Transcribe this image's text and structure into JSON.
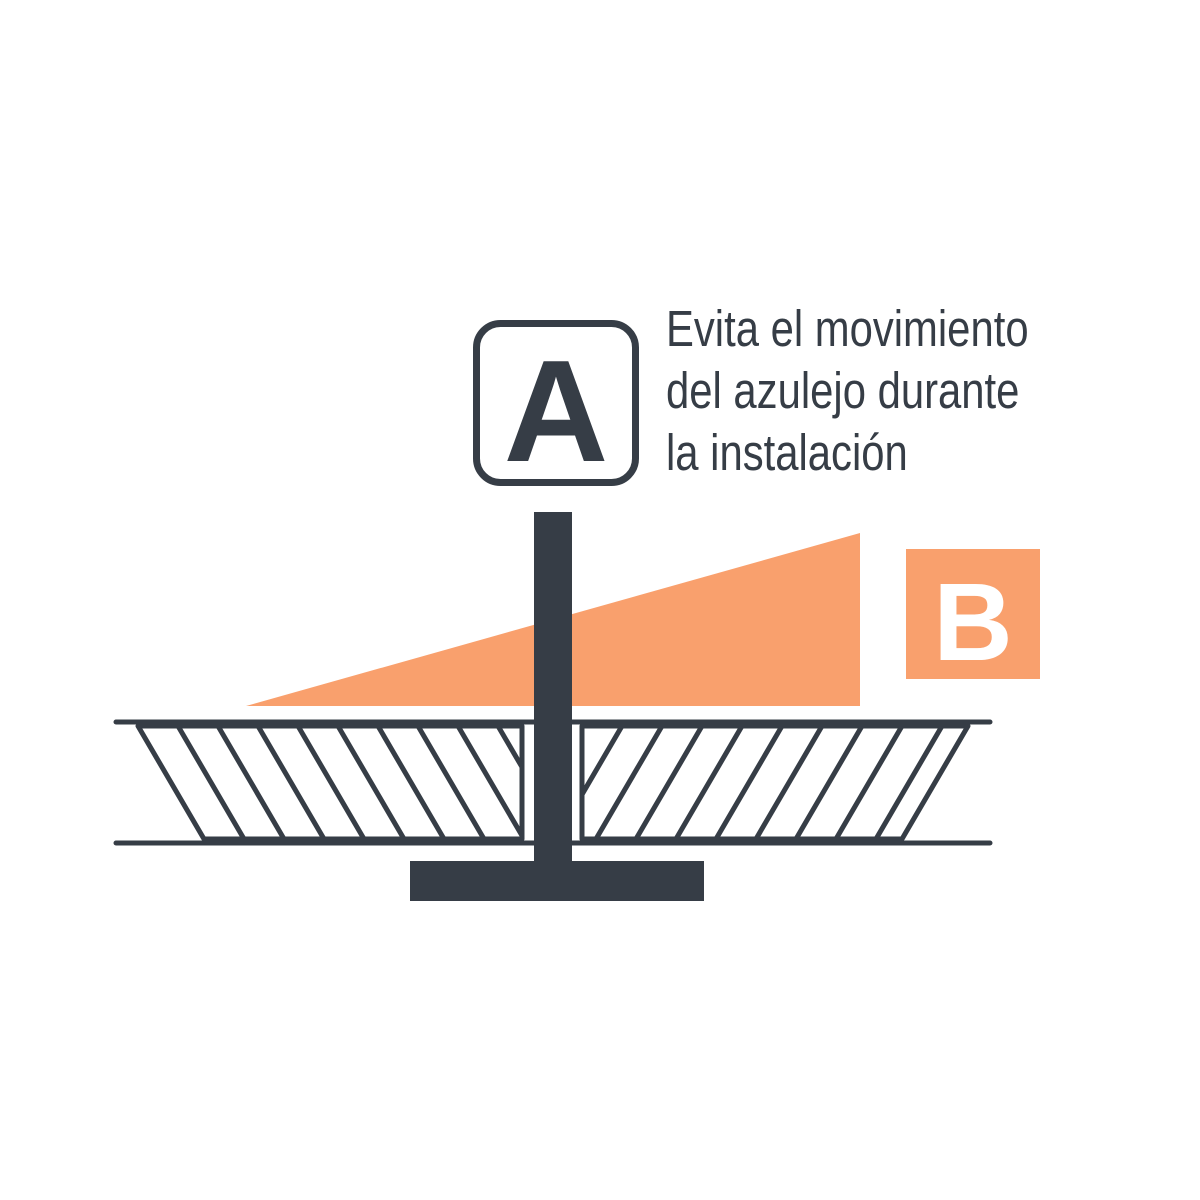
{
  "labels": {
    "a": "A",
    "b": "B"
  },
  "caption": {
    "lines": [
      "Evita el movimiento",
      "del azulejo durante",
      "la instalación"
    ]
  },
  "colors": {
    "dark": "#363d46",
    "accent": "#f9a06d",
    "background": "#ffffff"
  }
}
